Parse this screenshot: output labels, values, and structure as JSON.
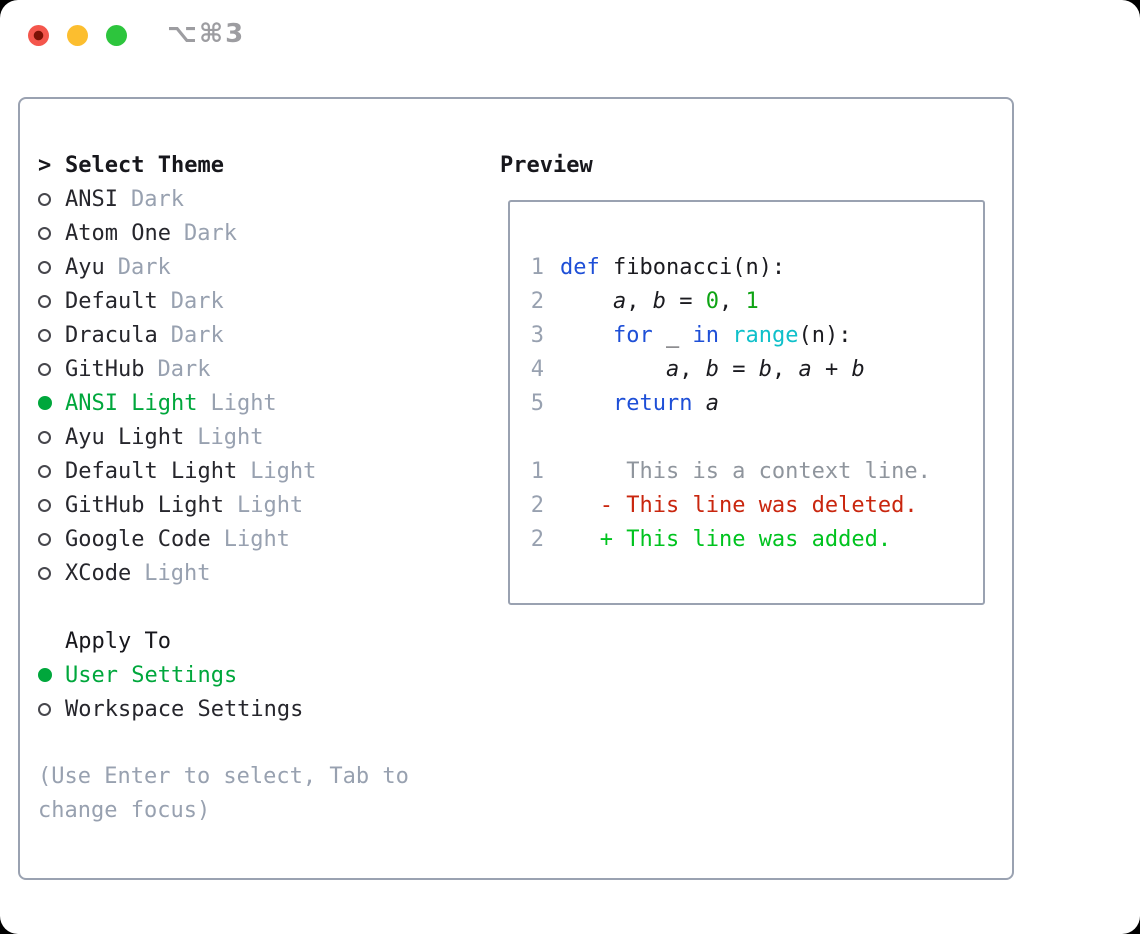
{
  "titlebar": {
    "title": "⌥⌘3"
  },
  "theme_picker": {
    "cursor": ">",
    "header": "Select Theme",
    "items": [
      {
        "name": "ANSI",
        "variant": "Dark",
        "selected": false
      },
      {
        "name": "Atom One",
        "variant": "Dark",
        "selected": false
      },
      {
        "name": "Ayu",
        "variant": "Dark",
        "selected": false
      },
      {
        "name": "Default",
        "variant": "Dark",
        "selected": false
      },
      {
        "name": "Dracula",
        "variant": "Dark",
        "selected": false
      },
      {
        "name": "GitHub",
        "variant": "Dark",
        "selected": false
      },
      {
        "name": "ANSI Light",
        "variant": "Light",
        "selected": true
      },
      {
        "name": "Ayu Light",
        "variant": "Light",
        "selected": false
      },
      {
        "name": "Default Light",
        "variant": "Light",
        "selected": false
      },
      {
        "name": "GitHub Light",
        "variant": "Light",
        "selected": false
      },
      {
        "name": "Google Code",
        "variant": "Light",
        "selected": false
      },
      {
        "name": "XCode",
        "variant": "Light",
        "selected": false
      }
    ]
  },
  "apply_to": {
    "header": "Apply To",
    "options": [
      {
        "label": "User Settings",
        "selected": true
      },
      {
        "label": "Workspace Settings",
        "selected": false
      }
    ]
  },
  "footer_hint": "(Use Enter to select, Tab to change focus)",
  "preview": {
    "header": "Preview",
    "lines": [
      {
        "num": "1",
        "tokens": [
          {
            "t": "def",
            "c": "keyword"
          },
          {
            "t": " fibonacci(n):",
            "c": "plain"
          }
        ]
      },
      {
        "num": "2",
        "tokens": [
          {
            "t": "    ",
            "c": "plain"
          },
          {
            "t": "a",
            "c": "var"
          },
          {
            "t": ", ",
            "c": "plain"
          },
          {
            "t": "b",
            "c": "var"
          },
          {
            "t": " = ",
            "c": "plain"
          },
          {
            "t": "0",
            "c": "literal"
          },
          {
            "t": ", ",
            "c": "plain"
          },
          {
            "t": "1",
            "c": "literal"
          }
        ]
      },
      {
        "num": "3",
        "tokens": [
          {
            "t": "    ",
            "c": "plain"
          },
          {
            "t": "for",
            "c": "keyword"
          },
          {
            "t": " _ ",
            "c": "plain"
          },
          {
            "t": "in",
            "c": "keyword"
          },
          {
            "t": " ",
            "c": "plain"
          },
          {
            "t": "range",
            "c": "builtin"
          },
          {
            "t": "(n):",
            "c": "plain"
          }
        ]
      },
      {
        "num": "4",
        "tokens": [
          {
            "t": "        ",
            "c": "plain"
          },
          {
            "t": "a",
            "c": "var"
          },
          {
            "t": ", ",
            "c": "plain"
          },
          {
            "t": "b",
            "c": "var"
          },
          {
            "t": " = ",
            "c": "plain"
          },
          {
            "t": "b",
            "c": "var"
          },
          {
            "t": ", ",
            "c": "plain"
          },
          {
            "t": "a",
            "c": "var"
          },
          {
            "t": " + ",
            "c": "plain"
          },
          {
            "t": "b",
            "c": "var"
          }
        ]
      },
      {
        "num": "5",
        "tokens": [
          {
            "t": "    ",
            "c": "plain"
          },
          {
            "t": "return",
            "c": "keyword"
          },
          {
            "t": " ",
            "c": "plain"
          },
          {
            "t": "a",
            "c": "var"
          }
        ]
      },
      {
        "num": "",
        "tokens": []
      },
      {
        "num": "1",
        "tokens": [
          {
            "t": "     This is a context line.",
            "c": "context"
          }
        ]
      },
      {
        "num": "2",
        "tokens": [
          {
            "t": "   ",
            "c": "plain"
          },
          {
            "t": "- This line was deleted.",
            "c": "deleted"
          }
        ]
      },
      {
        "num": "2",
        "tokens": [
          {
            "t": "   ",
            "c": "plain"
          },
          {
            "t": "+ This line was added.",
            "c": "added"
          }
        ]
      }
    ]
  },
  "colors": {
    "accent_green": "#00a73c",
    "keyword_blue": "#1e4fd7",
    "builtin_cyan": "#0fc0ca",
    "literal_green": "#0ea414",
    "deleted_red": "#c9260e",
    "added_green": "#00c31f",
    "muted_gray": "#98a1b0",
    "context_gray": "#8f959d",
    "text_dark": "#26262c",
    "border_gray": "#9aa2b1"
  }
}
